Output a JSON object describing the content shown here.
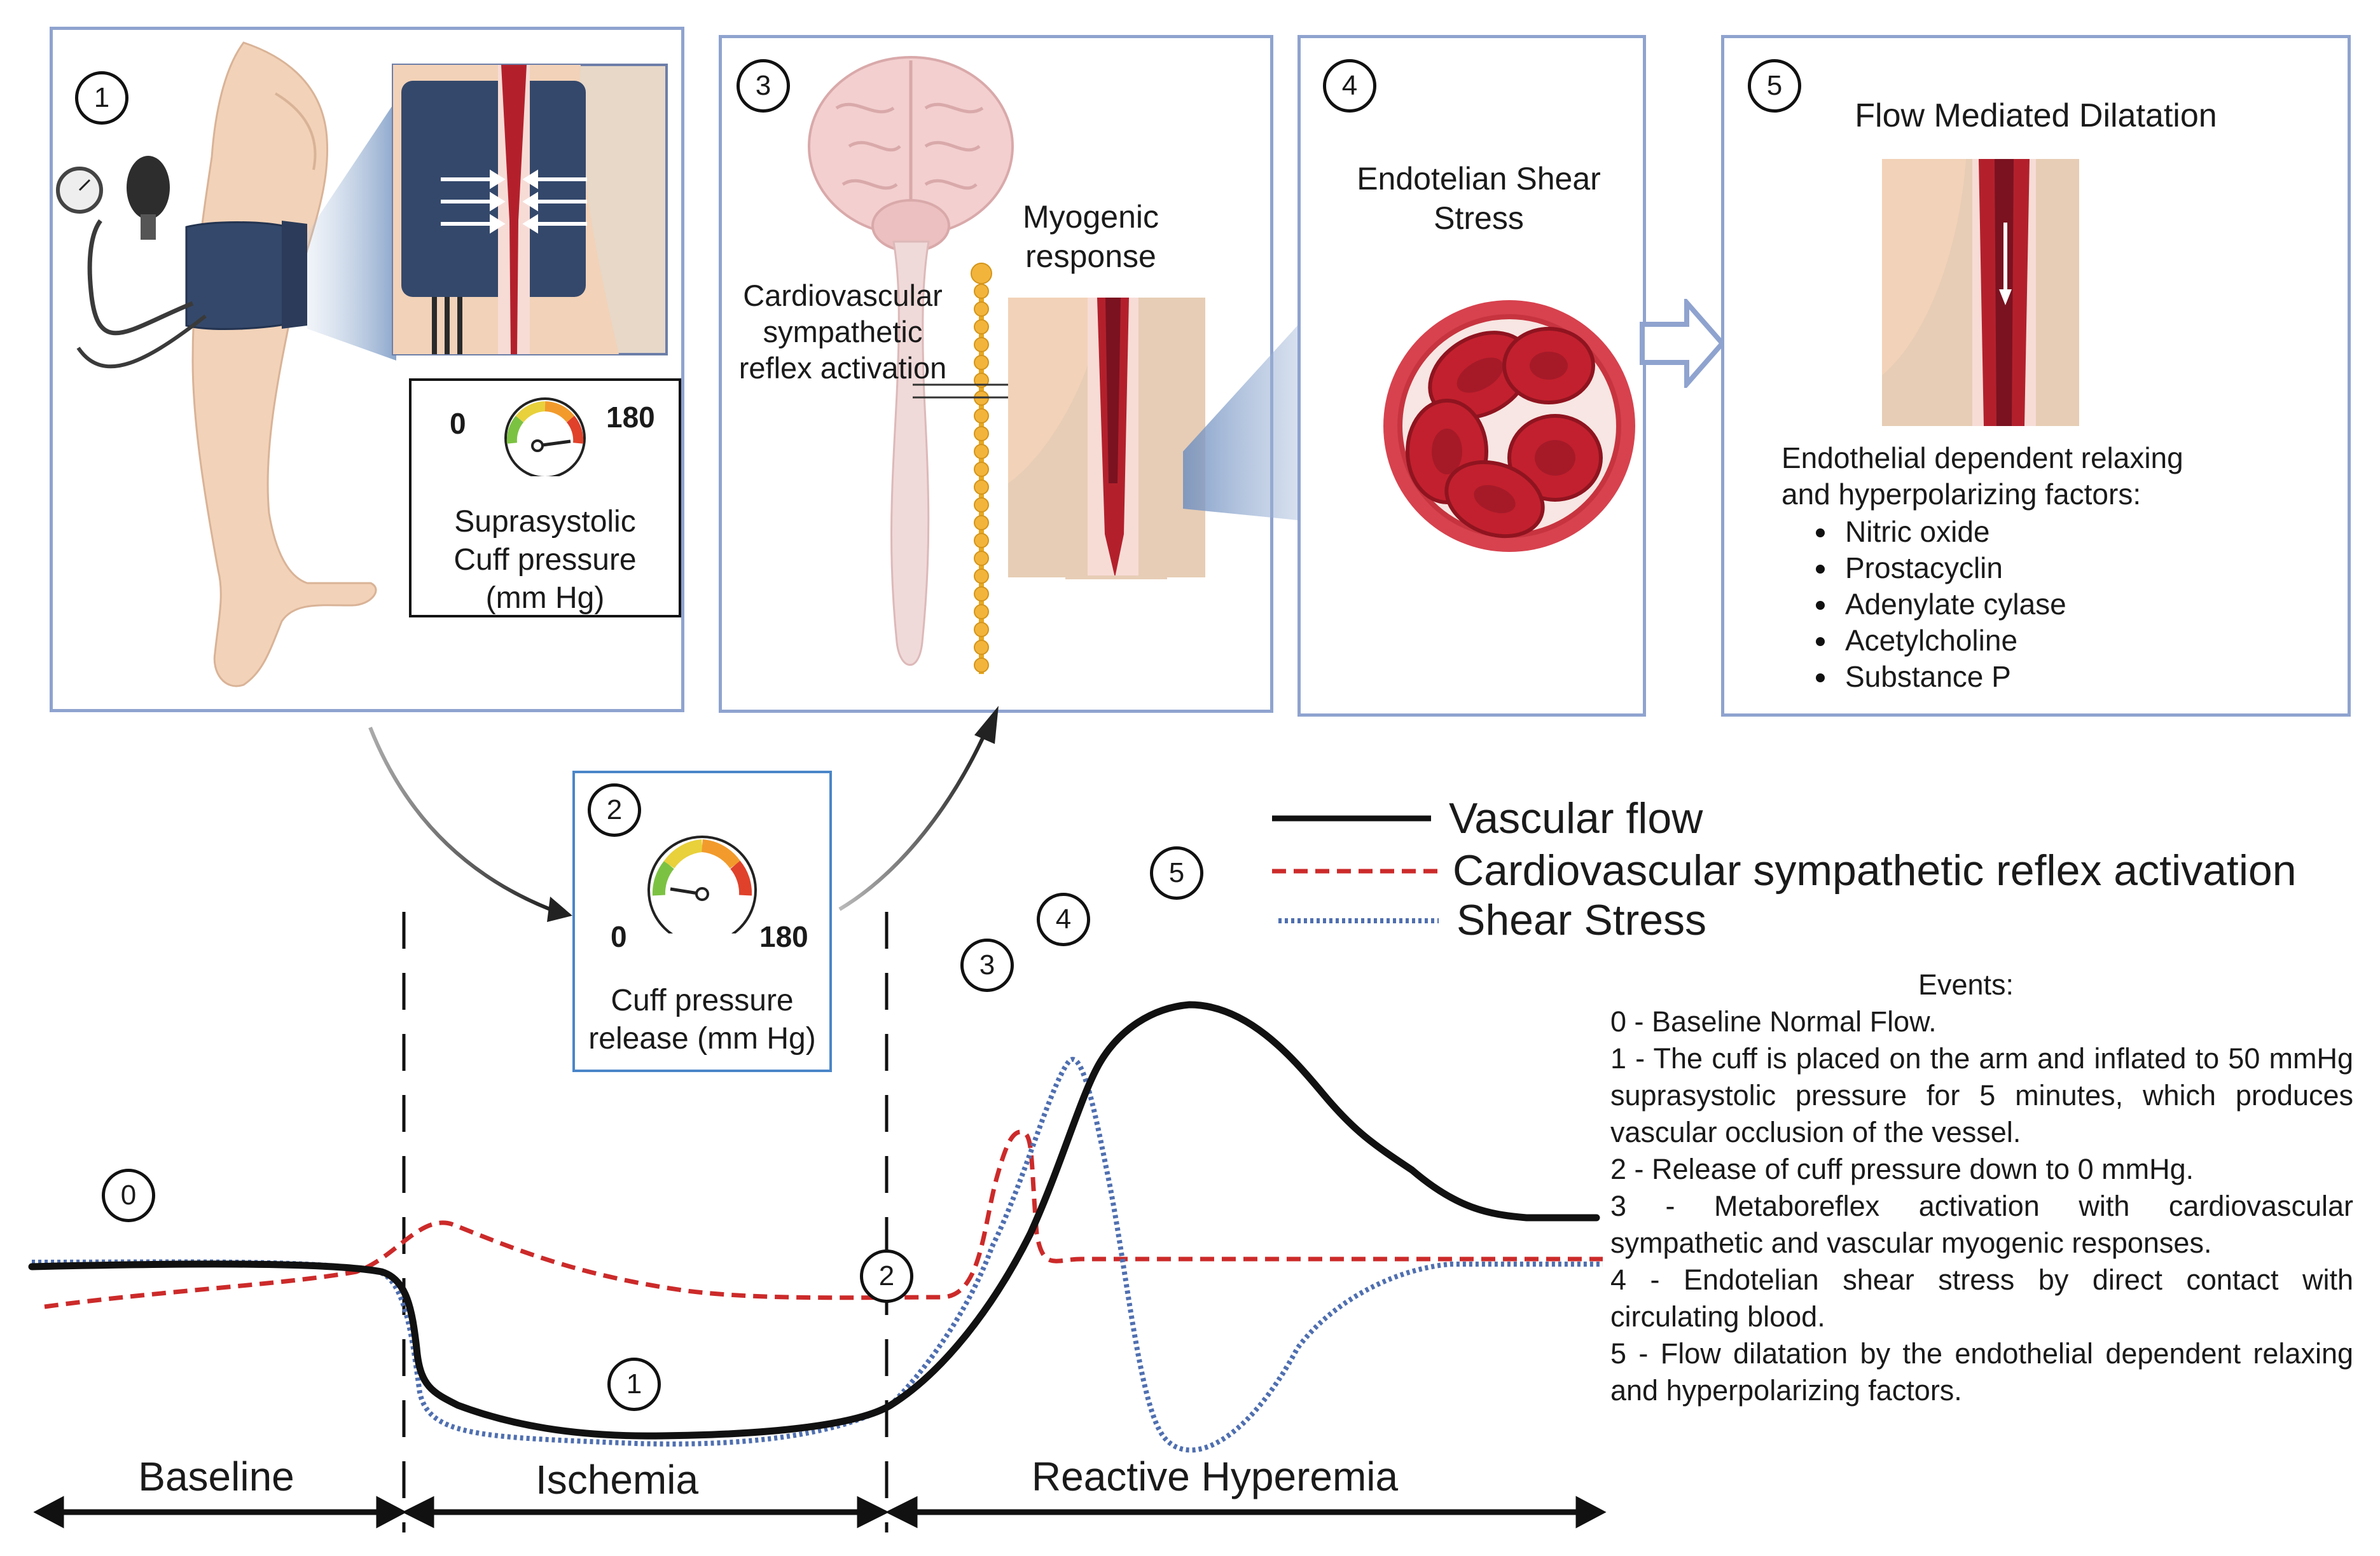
{
  "panels": {
    "p1": {
      "number": "1",
      "gauge": {
        "min_label": "0",
        "max_label": "180"
      },
      "caption_lines": [
        "Suprasystolic",
        "Cuff pressure",
        "(mm Hg)"
      ]
    },
    "p2": {
      "number": "2",
      "gauge": {
        "min_label": "0",
        "max_label": "180"
      },
      "caption_lines": [
        "Cuff pressure",
        "release (mm Hg)"
      ]
    },
    "p3": {
      "number": "3",
      "label_myogenic": [
        "Myogenic",
        "response"
      ],
      "label_reflex": [
        "Cardiovascular",
        "sympathetic",
        "reflex activation"
      ]
    },
    "p4": {
      "number": "4",
      "title_lines": [
        "Endotelian Shear",
        "Stress"
      ]
    },
    "p5": {
      "number": "5",
      "title": "Flow Mediated Dilatation",
      "factors_intro": [
        "Endothelial dependent relaxing",
        "and hyperpolarizing factors:"
      ],
      "factors": [
        "Nitric oxide",
        "Prostacyclin",
        "Adenylate cylase",
        "Acetylcholine",
        "Substance P"
      ]
    }
  },
  "legend": {
    "items": [
      {
        "label": "Vascular flow",
        "color": "#111111",
        "style": "solid"
      },
      {
        "label": "Cardiovascular sympathetic reflex activation",
        "color": "#cc2a2a",
        "style": "dashed"
      },
      {
        "label": "Shear Stress",
        "color": "#4f6fb0",
        "style": "dotted"
      }
    ]
  },
  "events": {
    "title": "Events:",
    "items": [
      "0 - Baseline Normal Flow.",
      "1 - The cuff is placed on the arm and inflated to 50 mmHg suprasystolic pressure for 5 minutes, which produces vascular occlusion of the vessel.",
      "2 - Release of cuff pressure down to 0 mmHg.",
      "3 - Metaboreflex activation with cardiovascular sympathetic and vascular myogenic responses.",
      "4 - Endotelian shear stress by direct contact with circulating blood.",
      "5 - Flow dilatation by the endothelial dependent relaxing and hyperpolarizing factors."
    ]
  },
  "phases": [
    {
      "label": "Baseline"
    },
    {
      "label": "Ischemia"
    },
    {
      "label": "Reactive Hyperemia"
    }
  ],
  "curve_markers": [
    "0",
    "1",
    "2",
    "3",
    "4",
    "5"
  ],
  "colors": {
    "panel_border": "#8fa3cf",
    "vascular_flow": "#111111",
    "sympathetic": "#cc2a2a",
    "shear_stress": "#4f6fb0",
    "blood_red": "#b3202c",
    "cuff_blue": "#34486b",
    "skin": "#f2d2b8"
  }
}
